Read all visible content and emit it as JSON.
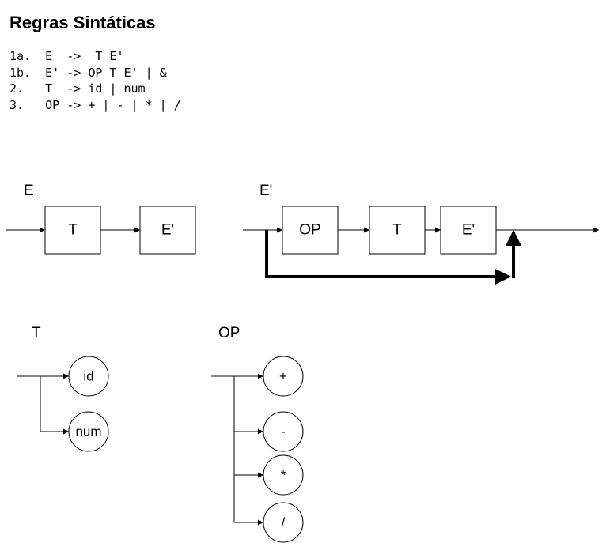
{
  "title": "Regras Sintáticas",
  "rules": [
    "1a.  E  ->  T E'",
    "1b.  E' -> OP T E' | &",
    "2.   T  -> id | num",
    "3.   OP -> + | - | * | /"
  ],
  "diagrams": {
    "e": {
      "label": "E",
      "boxes": [
        "T",
        "E'"
      ]
    },
    "eprime": {
      "label": "E'",
      "boxes": [
        "OP",
        "T",
        "E'"
      ]
    },
    "t": {
      "label": "T",
      "nodes": [
        "id",
        "num"
      ]
    },
    "op": {
      "label": "OP",
      "nodes": [
        "+",
        "-",
        "*",
        "/"
      ]
    }
  }
}
